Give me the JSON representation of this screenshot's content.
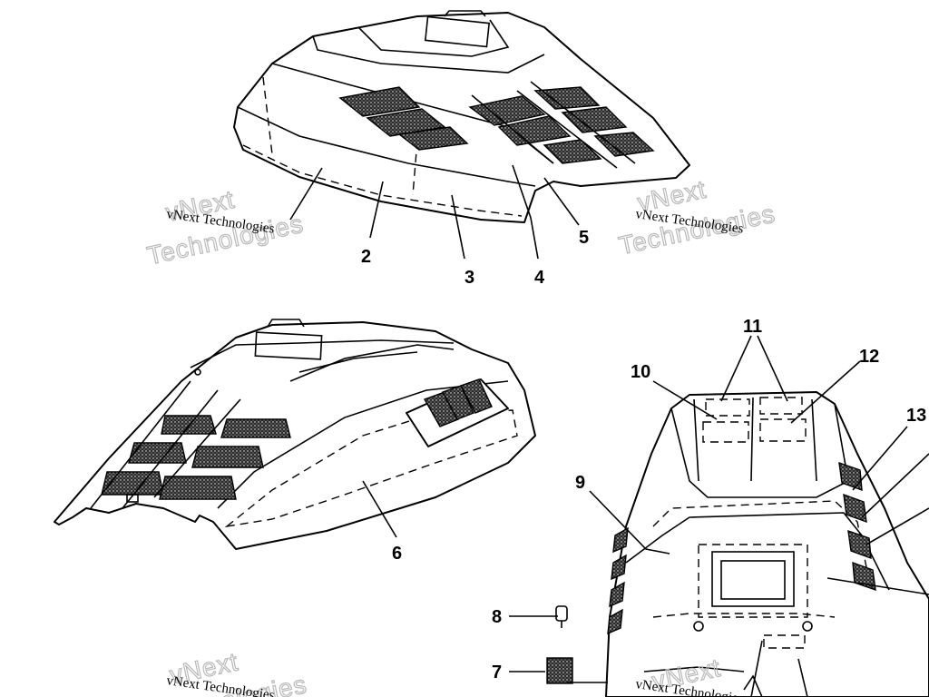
{
  "diagram": {
    "watermark_lines": [
      "vNext Technologies",
      "vNext",
      "Technologies"
    ],
    "callouts": {
      "c2": "2",
      "c3": "3",
      "c4": "4",
      "c5": "5",
      "c6": "6",
      "c7": "7",
      "c8": "8",
      "c9": "9",
      "c10": "10",
      "c11": "11",
      "c12": "12",
      "c13": "13"
    }
  }
}
